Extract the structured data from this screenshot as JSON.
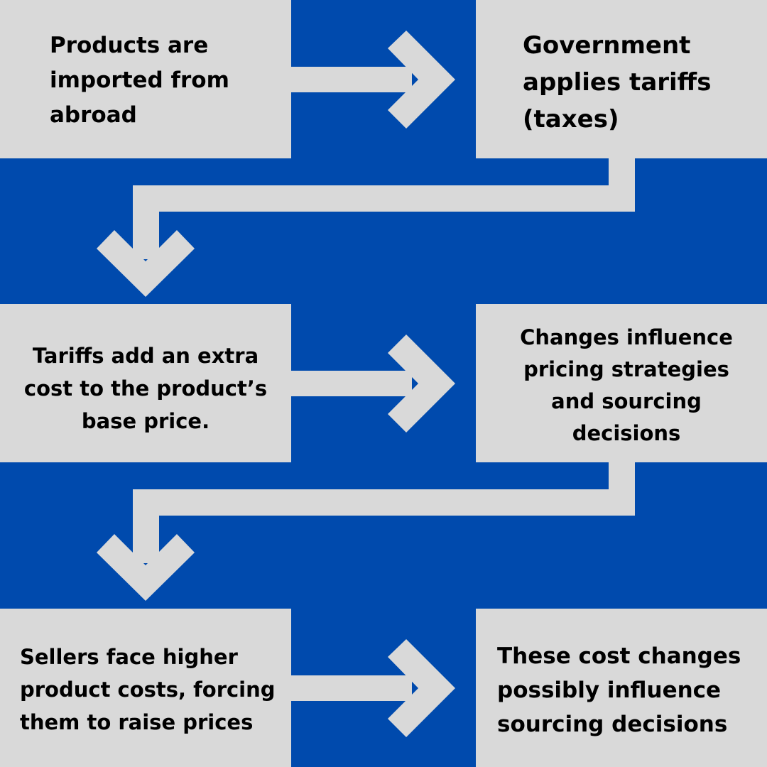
{
  "colors": {
    "background": "#004aad",
    "box_fill": "#d9d9d9",
    "arrow_fill": "#d9d9d9",
    "text": "#000000"
  },
  "steps": [
    {
      "id": "step1",
      "text": "Products are imported from abroad"
    },
    {
      "id": "step2",
      "text": "Government applies tariffs (taxes)"
    },
    {
      "id": "step3",
      "text": "Tariffs add an extra cost to the product’s base price."
    },
    {
      "id": "step4",
      "text": "Changes influence pricing strategies and sourcing decisions"
    },
    {
      "id": "step5",
      "text": "Sellers face higher product costs, forcing them to raise prices"
    },
    {
      "id": "step6",
      "text": "These cost changes possibly influence sourcing decisions"
    }
  ],
  "connections": [
    {
      "from": "step1",
      "to": "step2",
      "icon": "arrow-right-icon"
    },
    {
      "from": "step2",
      "to": "step3",
      "icon": "elbow-arrow-down-icon"
    },
    {
      "from": "step3",
      "to": "step4",
      "icon": "arrow-right-icon"
    },
    {
      "from": "step4",
      "to": "step5",
      "icon": "elbow-arrow-down-icon"
    },
    {
      "from": "step5",
      "to": "step6",
      "icon": "arrow-right-icon"
    }
  ]
}
